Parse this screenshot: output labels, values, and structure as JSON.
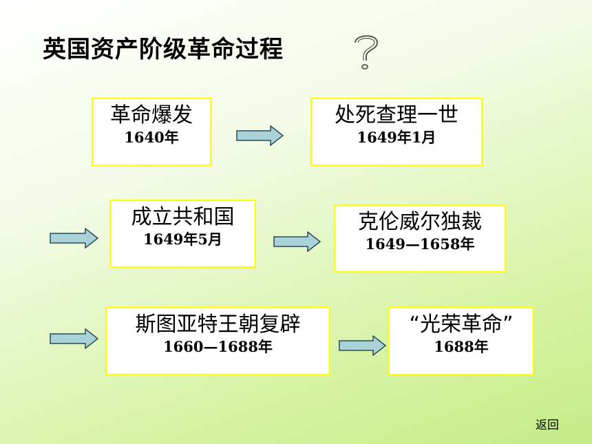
{
  "slide": {
    "title": "英国资产阶级革命过程",
    "question_mark": "?",
    "back_link": "返回"
  },
  "events": [
    {
      "main": "革命爆发",
      "date": "1640年"
    },
    {
      "main": "处死查理一世",
      "date": "1649年1月"
    },
    {
      "main": "成立共和国",
      "date": "1649年5月"
    },
    {
      "main": "克伦威尔独裁",
      "date": "1649—1658年"
    },
    {
      "main": "斯图亚特王朝复辟",
      "date": "1660—1688年"
    },
    {
      "main": "“光荣革命”",
      "date": "1688年"
    }
  ],
  "colors": {
    "box_border": "#ffff00",
    "arrow_fill": "#a9d3d9",
    "arrow_stroke": "#2a4a52"
  }
}
